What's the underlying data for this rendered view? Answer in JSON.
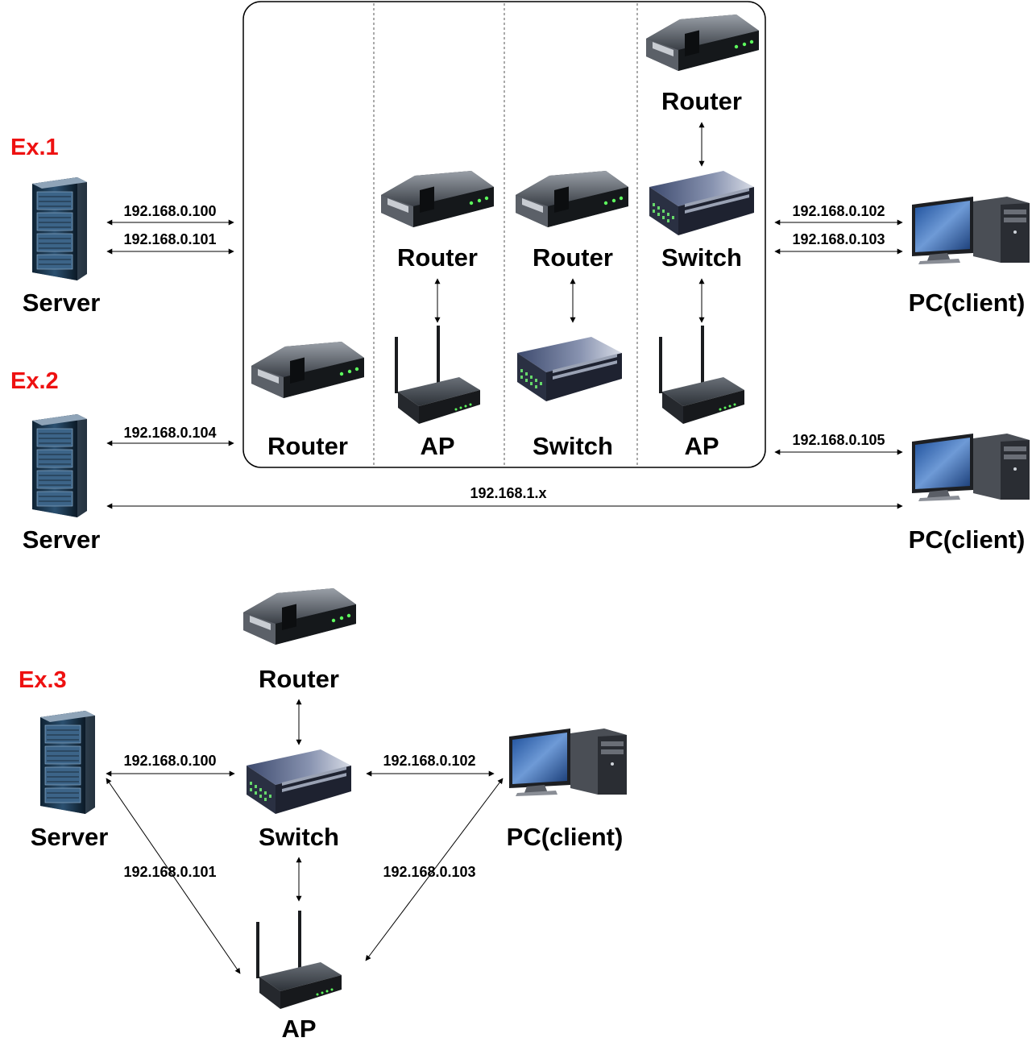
{
  "colors": {
    "example_label": "#ee1111",
    "stroke": "#000000"
  },
  "examples": {
    "ex1": "Ex.1",
    "ex2": "Ex.2",
    "ex3": "Ex.3"
  },
  "devices": {
    "server": "Server",
    "pc": "PC(client)",
    "router": "Router",
    "switch": "Switch",
    "ap": "AP"
  },
  "ex1": {
    "server_ip_a": "192.168.0.100",
    "server_ip_b": "192.168.0.101",
    "pc_ip_a": "192.168.0.102",
    "pc_ip_b": "192.168.0.103"
  },
  "ex2": {
    "server_ip": "192.168.0.104",
    "pc_ip": "192.168.0.105",
    "direct_ip": "192.168.1.x"
  },
  "ex3": {
    "server_switch_ip": "192.168.0.100",
    "server_ap_ip": "192.168.0.101",
    "switch_pc_ip": "192.168.0.102",
    "pc_ap_ip": "192.168.0.103"
  }
}
